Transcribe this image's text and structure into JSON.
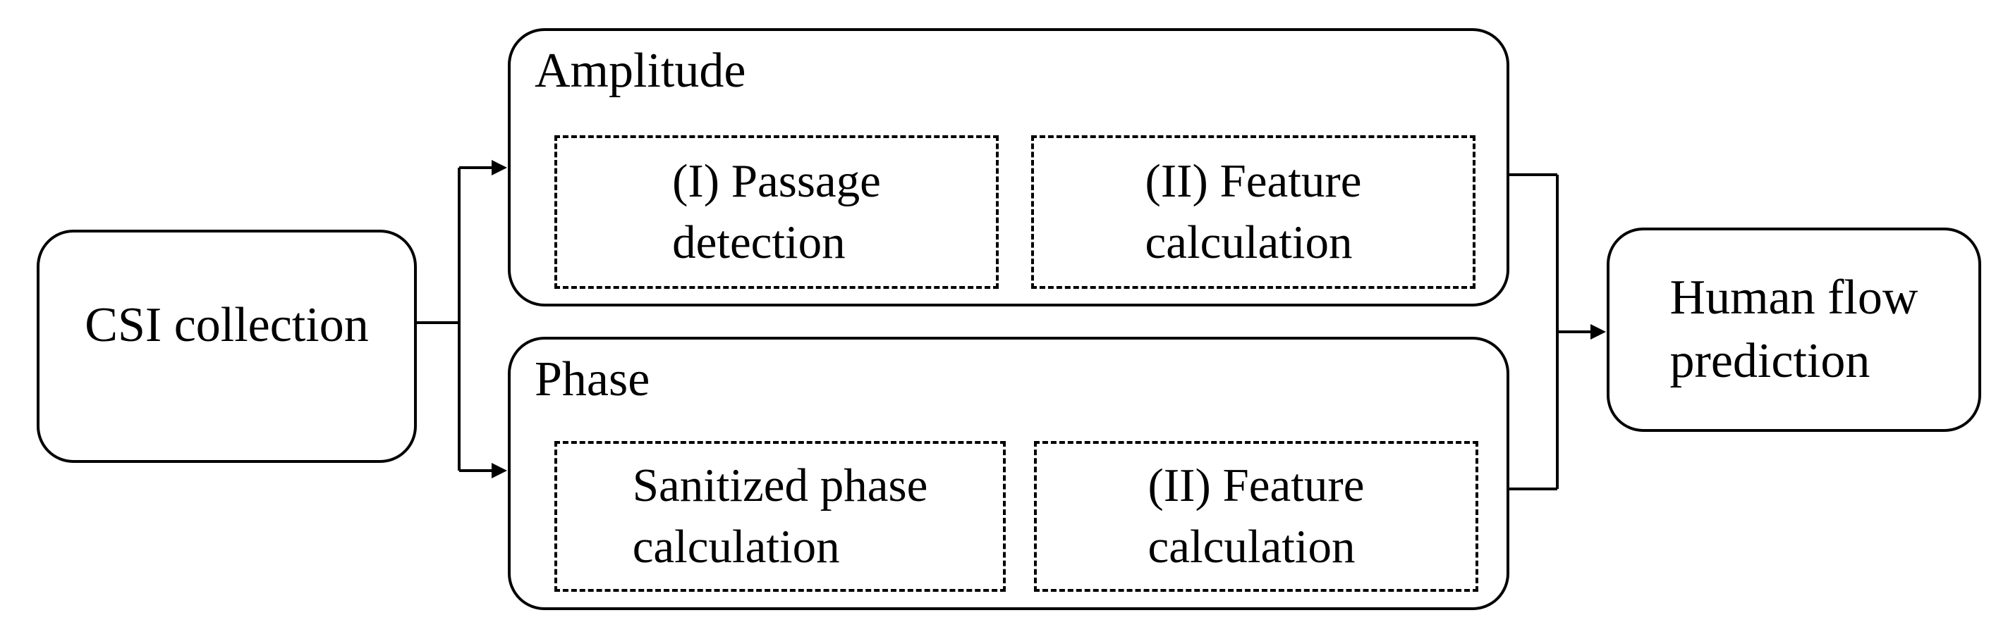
{
  "colors": {
    "stroke": "#000000",
    "background": "#ffffff",
    "text": "#000000"
  },
  "nodes": {
    "csi": {
      "label": "CSI collection"
    },
    "amplitude": {
      "title": "Amplitude",
      "steps": [
        {
          "label": "(I) Passage\ndetection"
        },
        {
          "label": "(II) Feature\ncalculation"
        }
      ]
    },
    "phase": {
      "title": "Phase",
      "steps": [
        {
          "label": "Sanitized phase\ncalculation"
        },
        {
          "label": "(II) Feature\ncalculation"
        }
      ]
    },
    "prediction": {
      "label": "Human flow\nprediction"
    }
  }
}
